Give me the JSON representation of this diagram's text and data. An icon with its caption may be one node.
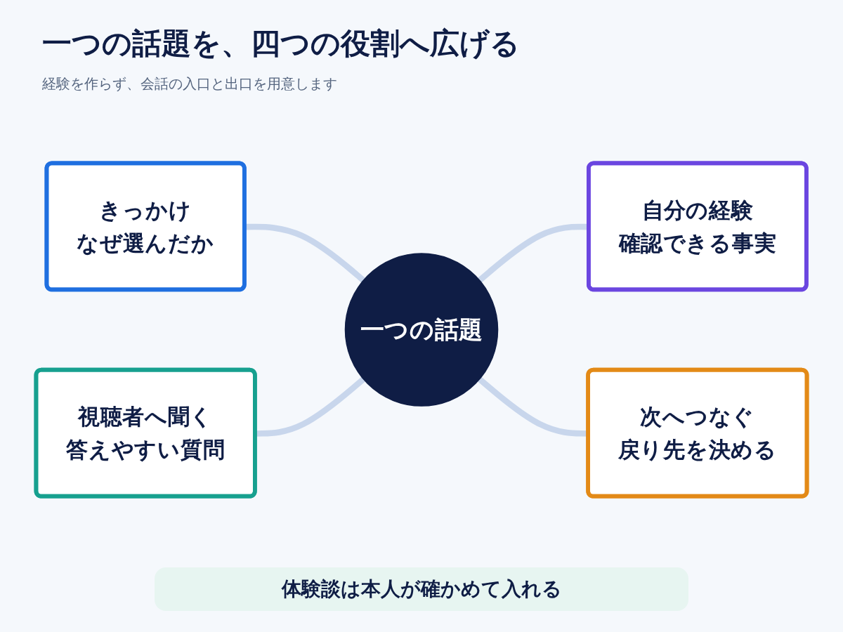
{
  "diagram": {
    "title": "一つの話題を、四つの役割へ広げる",
    "nodes": [
      {
        "text": [
          "一つの話題"
        ]
      },
      {
        "text": [
          "きっかけ",
          "なぜ選んだか"
        ]
      },
      {
        "text": [
          "自分の経験",
          "確認できる事実"
        ]
      },
      {
        "text": [
          "視聴者へ聞く",
          "答えやすい質問"
        ]
      },
      {
        "text": [
          "次へつなぐ",
          "戻り先を決める"
        ]
      }
    ],
    "edges": [
      {
        "from": 1,
        "to": 0,
        "arrow": "none"
      },
      {
        "from": 0,
        "to": 2,
        "arrow": "none"
      },
      {
        "from": 3,
        "to": 0,
        "arrow": "none"
      },
      {
        "from": 0,
        "to": 4,
        "arrow": "none"
      }
    ],
    "labels": [
      "経験を作らず、会話の入口と出口を用意します",
      "体験談は本人が確かめて入れる"
    ]
  }
}
